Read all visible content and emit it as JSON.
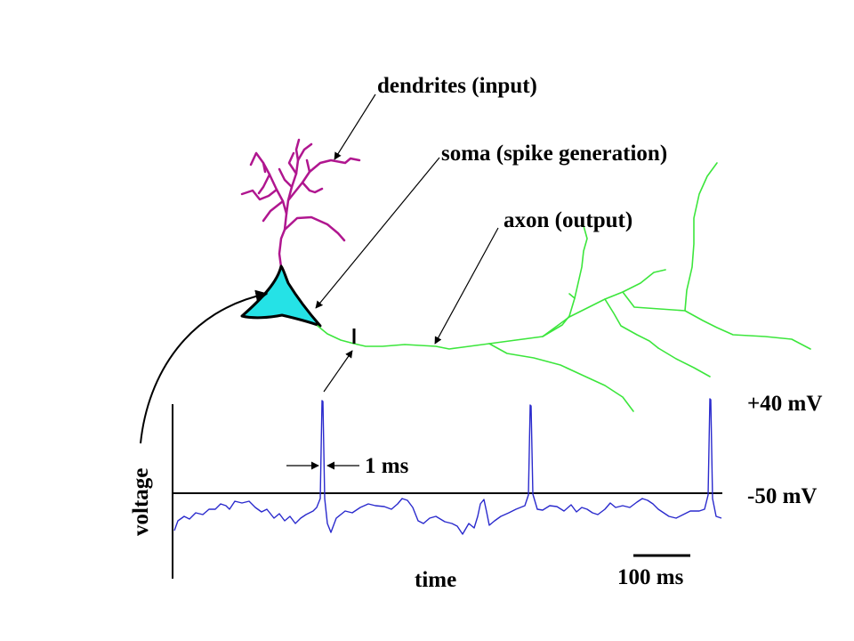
{
  "labels": {
    "dendrites": "dendrites (input)",
    "soma": "soma (spike generation)",
    "axon": "axon (output)",
    "voltage_top": "+40 mV",
    "voltage_rest": "-50 mV",
    "y_axis": "voltage",
    "x_axis": "time",
    "spike_width": "1 ms",
    "scale_bar": "100 ms"
  },
  "colors": {
    "dendrite": "#b0168f",
    "soma_fill": "#25e2e6",
    "axon": "#3ce63c",
    "trace": "#2a2acd",
    "ink": "#000000"
  }
}
